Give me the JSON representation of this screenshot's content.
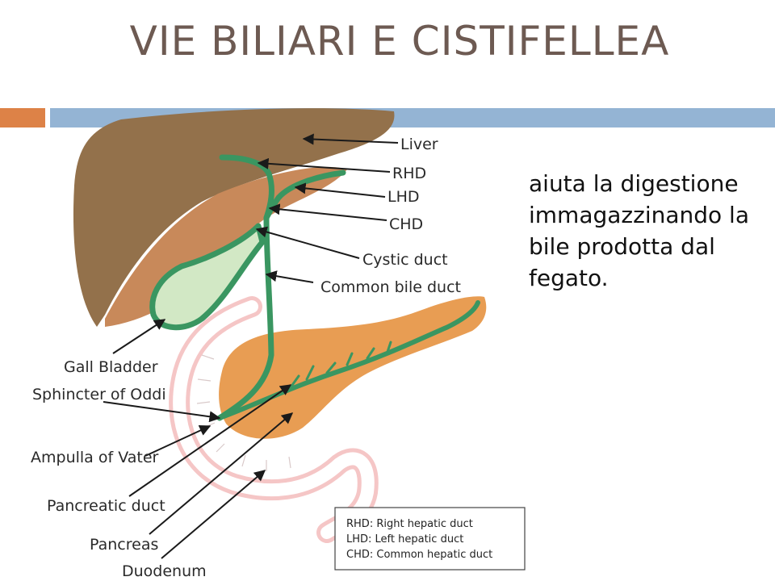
{
  "slide": {
    "title": "VIE BILIARI E CISTIFELLEA",
    "colors": {
      "title": "#6d5a52",
      "accent_bar": "#dd8247",
      "header_bar": "#94b4d4"
    }
  },
  "labels": {
    "liver": "Liver",
    "rhd": "RHD",
    "lhd": "LHD",
    "chd": "CHD",
    "cystic_duct": "Cystic duct",
    "common_bile_duct": "Common bile duct",
    "gall_bladder": "Gall Bladder",
    "sphincter_of_oddi": "Sphincter of Oddi",
    "ampulla_of_vater": "Ampulla of Vater",
    "pancreatic_duct": "Pancreatic duct",
    "pancreas": "Pancreas",
    "duodenum": "Duodenum"
  },
  "legend": {
    "rhd": "RHD: Right hepatic duct",
    "lhd": "LHD: Left hepatic duct",
    "chd": "CHD: Common hepatic duct"
  },
  "description": {
    "lines": [
      "aiuta la digestione",
      "immagazzinando la",
      "bile prodotta dal",
      "fegato."
    ]
  },
  "colors": {
    "liver": "#93714b",
    "liver_under": "#c8895a",
    "gallbladder": "#d2e8c5",
    "duct": "#3a9661",
    "pancreas": "#e89d53",
    "duodenum": "#f5c6c6",
    "arrow": "#1a1a1a"
  }
}
